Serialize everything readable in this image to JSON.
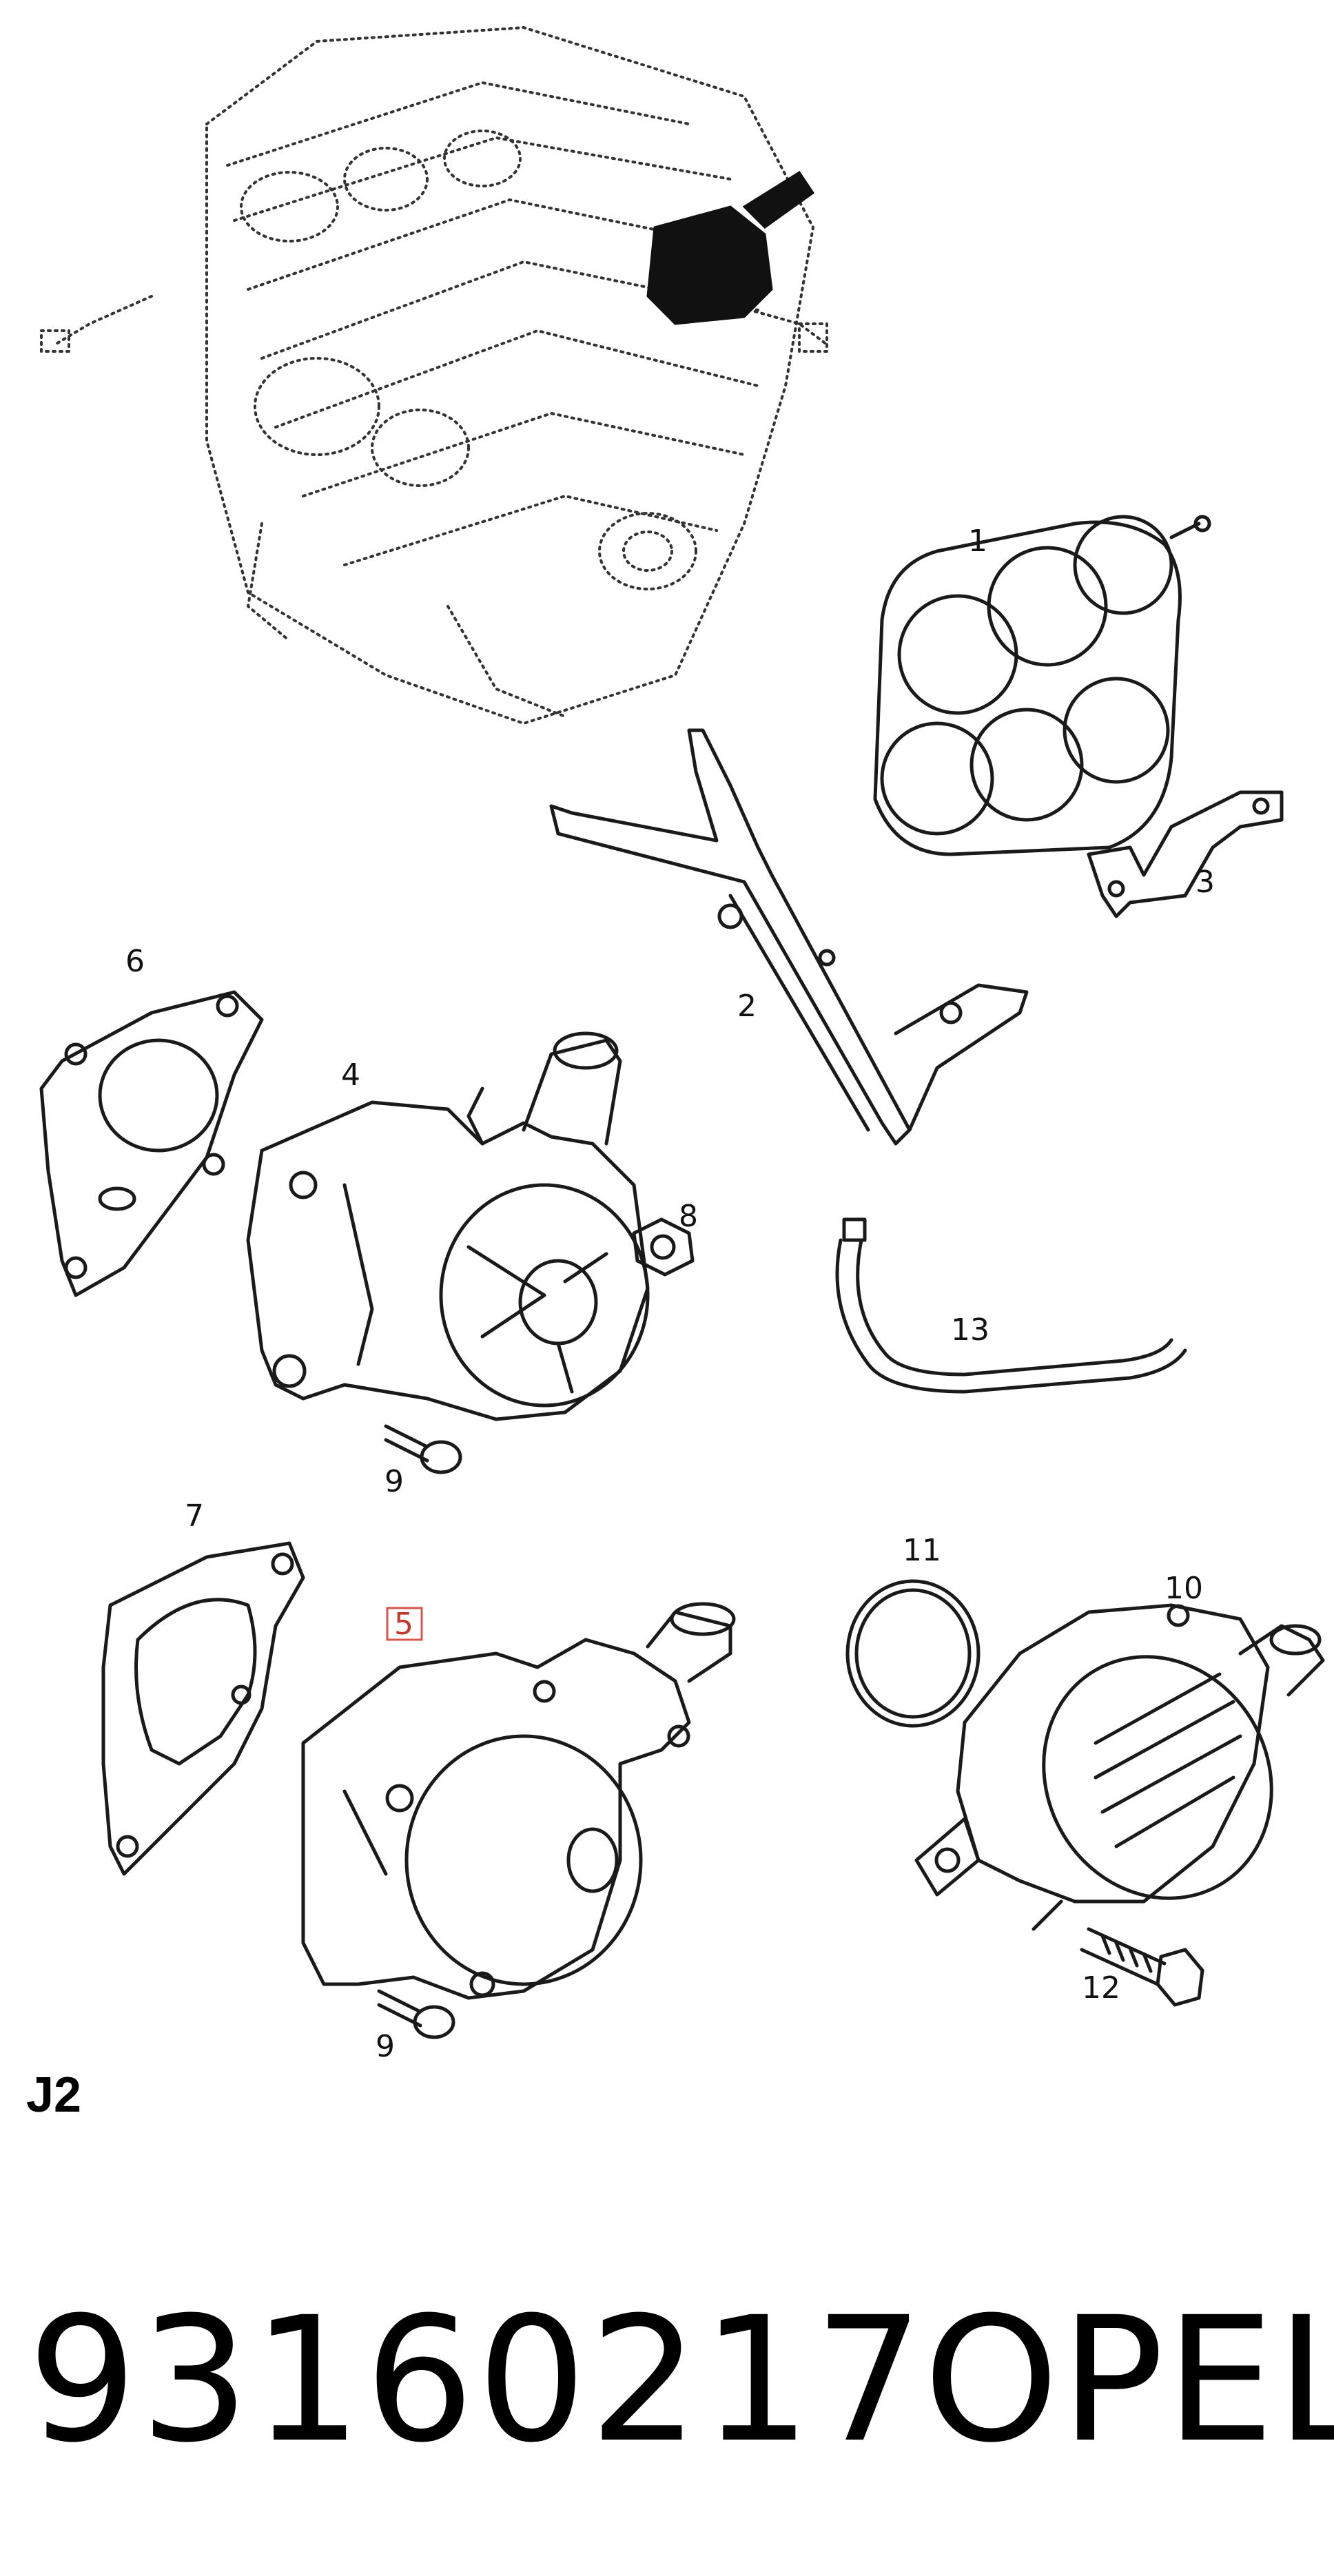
{
  "diagram": {
    "callouts": [
      {
        "id": "1",
        "label": "1"
      },
      {
        "id": "2",
        "label": "2"
      },
      {
        "id": "3",
        "label": "3"
      },
      {
        "id": "4",
        "label": "4"
      },
      {
        "id": "5",
        "label": "5",
        "highlighted": true
      },
      {
        "id": "6",
        "label": "6"
      },
      {
        "id": "7",
        "label": "7"
      },
      {
        "id": "8",
        "label": "8"
      },
      {
        "id": "9a",
        "label": "9"
      },
      {
        "id": "9b",
        "label": "9"
      },
      {
        "id": "10",
        "label": "10"
      },
      {
        "id": "11",
        "label": "11"
      },
      {
        "id": "12",
        "label": "12"
      },
      {
        "id": "13",
        "label": "13"
      }
    ],
    "highlight_color": "#d9534f"
  },
  "section_code": "J2",
  "footer": {
    "part_number": "93160217",
    "brand": "OPEL"
  }
}
